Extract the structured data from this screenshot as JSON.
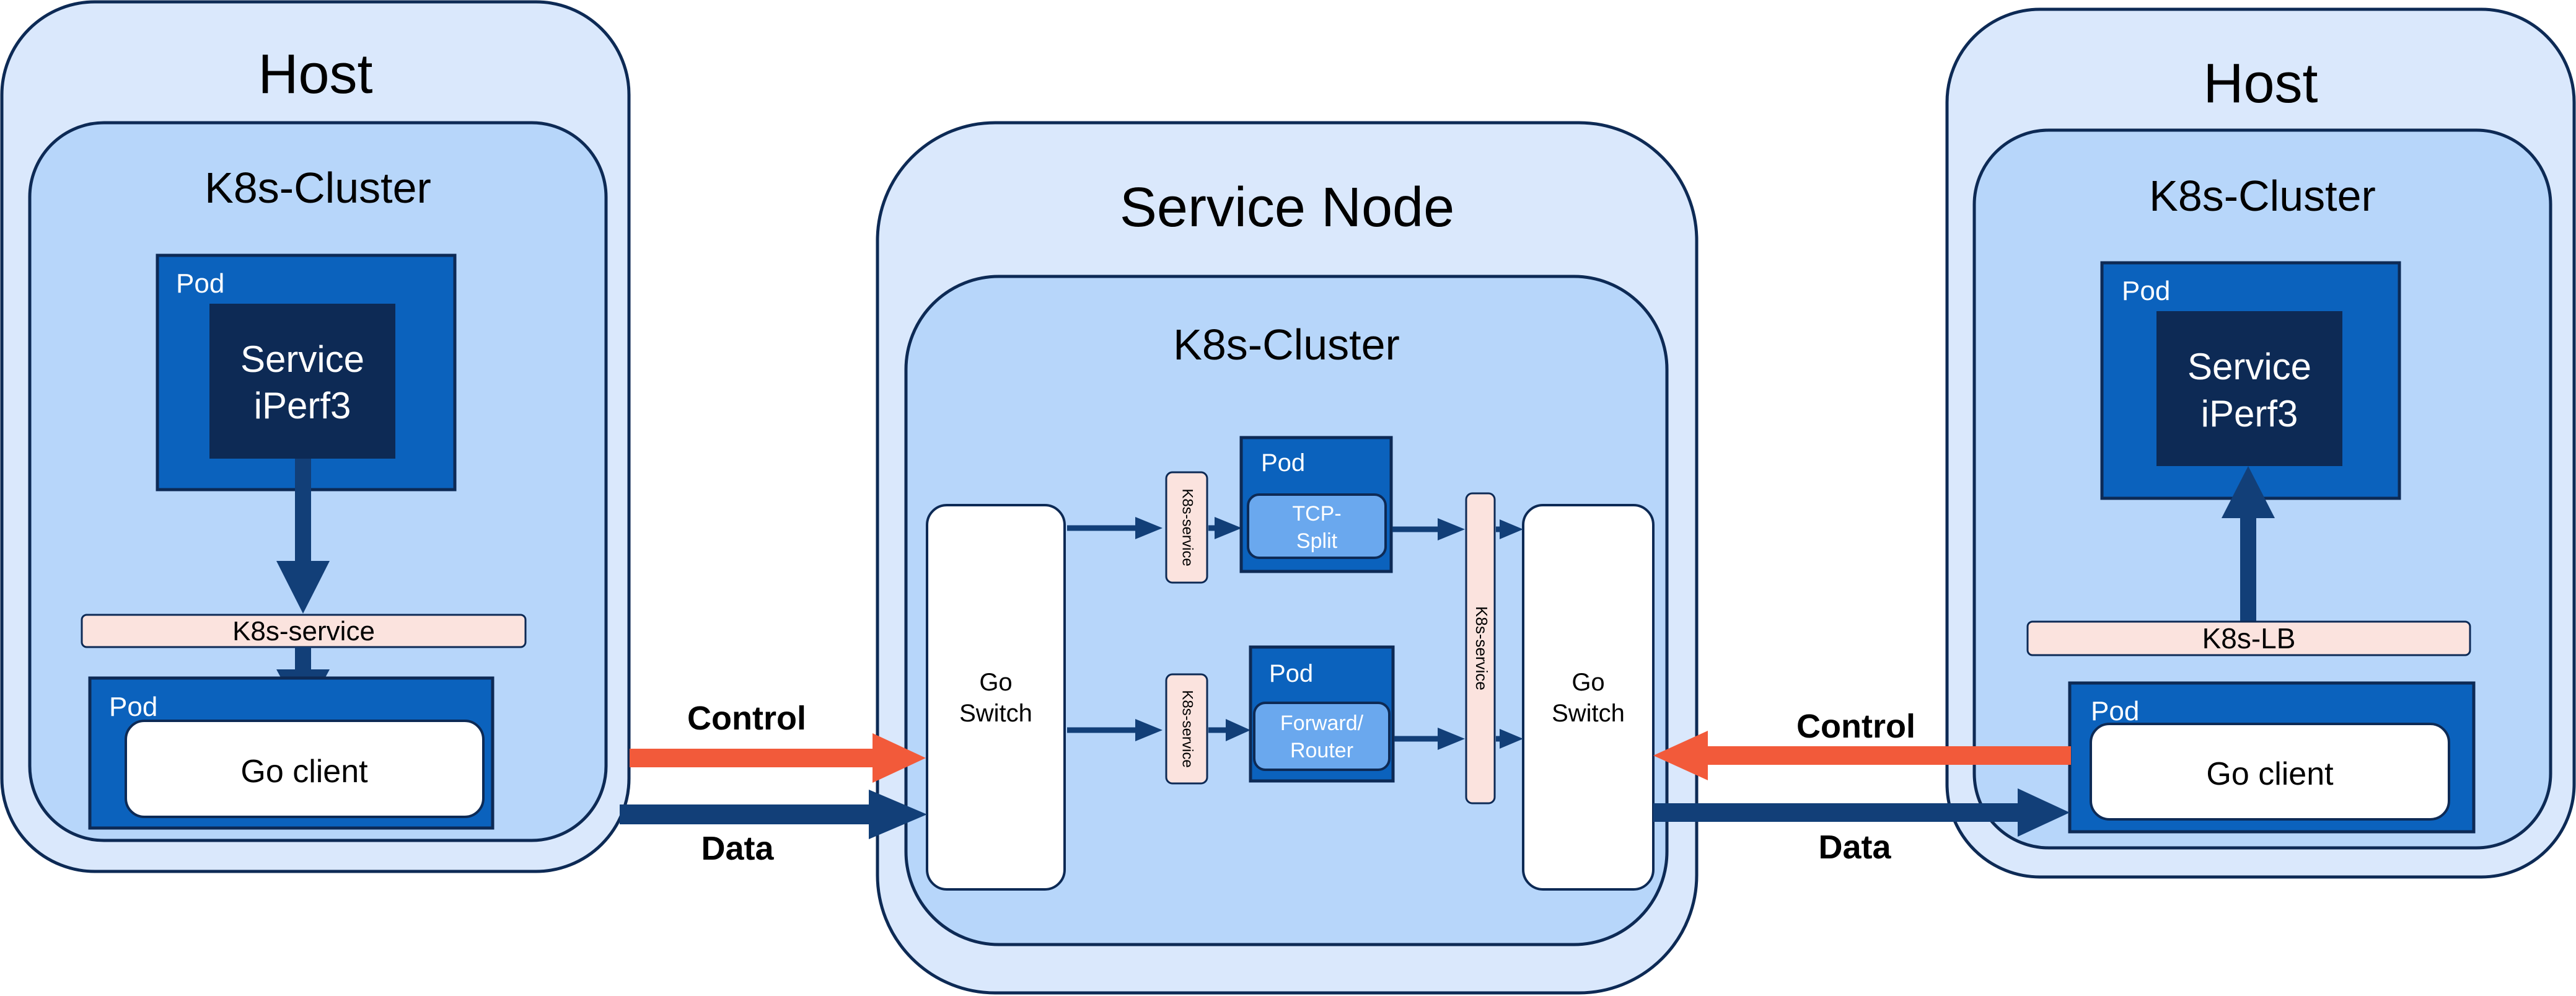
{
  "colors": {
    "outer_fill": "#dae8fc",
    "cluster_fill": "#b7d6fa",
    "pod_fill": "#0b62bd",
    "service_fill": "#0d2a55",
    "k8s_service_fill": "#fbe3de",
    "inner_box_fill": "#6aa8ee",
    "node_stroke": "#0d2a55",
    "data_arrow": "#123f78",
    "control_arrow": "#f25a3a",
    "white": "#ffffff",
    "text_dark": "#000000"
  },
  "left_host": {
    "title": "Host",
    "cluster_label": "K8s-Cluster",
    "pod_top_label": "Pod",
    "service_line1": "Service",
    "service_line2": "iPerf3",
    "k8s_service_label": "K8s-service",
    "pod_bottom_label": "Pod",
    "go_client_label": "Go client"
  },
  "service_node": {
    "title": "Service Node",
    "cluster_label": "K8s-Cluster",
    "left_switch_line1": "Go",
    "left_switch_line2": "Switch",
    "right_switch_line1": "Go",
    "right_switch_line2": "Switch",
    "small_service_top_label": "K8s-service",
    "small_service_bottom_label": "K8s-service",
    "tall_service_label": "K8s-service",
    "pod_top_label": "Pod",
    "tcp_split_line1": "TCP-",
    "tcp_split_line2": "Split",
    "pod_bottom_label": "Pod",
    "forward_line1": "Forward/",
    "forward_line2": "Router"
  },
  "right_host": {
    "title": "Host",
    "cluster_label": "K8s-Cluster",
    "pod_top_label": "Pod",
    "service_line1": "Service",
    "service_line2": "iPerf3",
    "k8s_lb_label": "K8s-LB",
    "pod_bottom_label": "Pod",
    "go_client_label": "Go client"
  },
  "links": {
    "left_control_label": "Control",
    "left_data_label": "Data",
    "right_control_label": "Control",
    "right_data_label": "Data"
  }
}
